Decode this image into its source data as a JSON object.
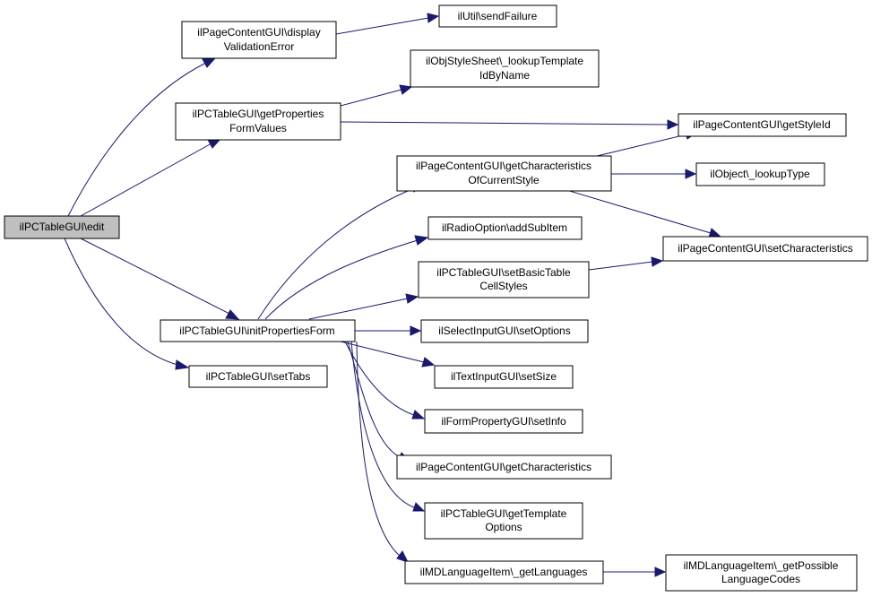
{
  "colors": {
    "edge": "#191970",
    "root_fill": "#bfbfbf",
    "node_fill": "#ffffff",
    "border": "#000000"
  },
  "nodes": {
    "root": [
      "ilPCTableGUI\\edit"
    ],
    "display_validation_error": [
      "ilPageContentGUI\\display",
      "ValidationError"
    ],
    "get_properties_form_values": [
      "ilPCTableGUI\\getProperties",
      "FormValues"
    ],
    "init_properties_form": [
      "ilPCTableGUI\\initPropertiesForm"
    ],
    "set_tabs": [
      "ilPCTableGUI\\setTabs"
    ],
    "send_failure": [
      "ilUtil\\sendFailure"
    ],
    "lookup_template_id": [
      "ilObjStyleSheet\\_lookupTemplate",
      "IdByName"
    ],
    "get_style_id": [
      "ilPageContentGUI\\getStyleId"
    ],
    "get_characteristics_of_current_style": [
      "ilPageContentGUI\\getCharacteristics",
      "OfCurrentStyle"
    ],
    "lookup_type": [
      "ilObject\\_lookupType"
    ],
    "set_characteristics": [
      "ilPageContentGUI\\setCharacteristics"
    ],
    "add_sub_item": [
      "ilRadioOption\\addSubItem"
    ],
    "set_basic_table_cell_styles": [
      "ilPCTableGUI\\setBasicTable",
      "CellStyles"
    ],
    "set_options": [
      "ilSelectInputGUI\\setOptions"
    ],
    "set_size": [
      "ilTextInputGUI\\setSize"
    ],
    "set_info": [
      "ilFormPropertyGUI\\setInfo"
    ],
    "get_characteristics": [
      "ilPageContentGUI\\getCharacteristics"
    ],
    "get_template_options": [
      "ilPCTableGUI\\getTemplate",
      "Options"
    ],
    "get_languages": [
      "ilMDLanguageItem\\_getLanguages"
    ],
    "get_possible_language_codes": [
      "ilMDLanguageItem\\_getPossible",
      "LanguageCodes"
    ]
  }
}
